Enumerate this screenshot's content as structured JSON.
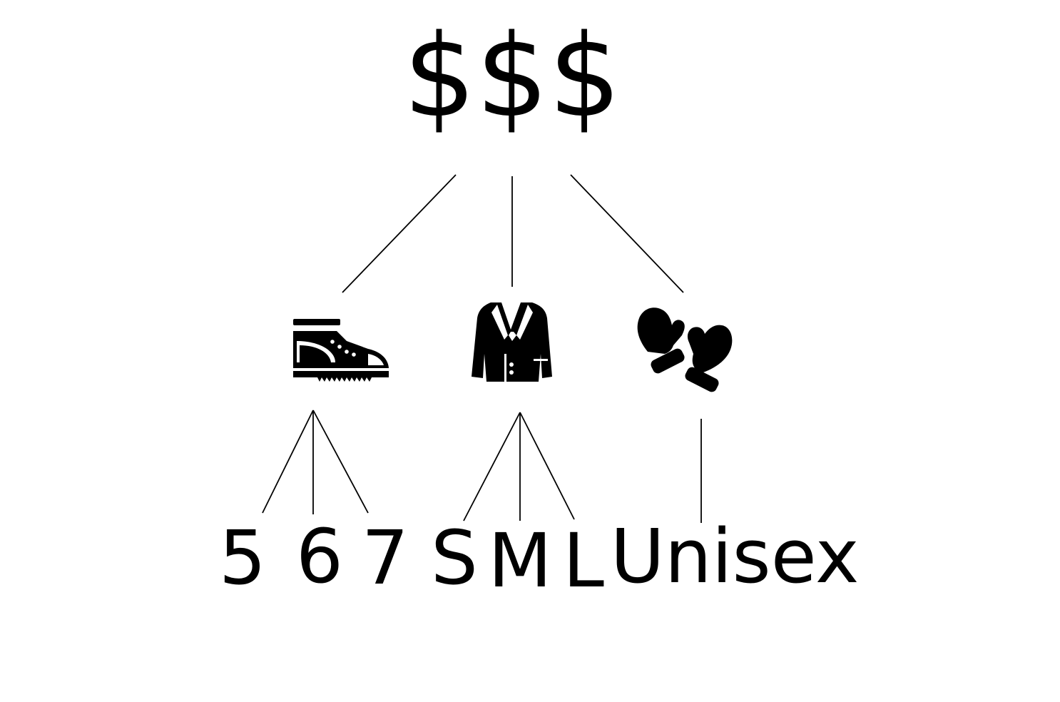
{
  "diagram": {
    "root": {
      "label": "$$$"
    },
    "categories": [
      {
        "id": "shoes",
        "icon": "shoe-icon",
        "children": [
          "5",
          "6",
          "7"
        ]
      },
      {
        "id": "jacket",
        "icon": "jacket-icon",
        "children": [
          "S",
          "M",
          "L"
        ]
      },
      {
        "id": "mittens",
        "icon": "mittens-icon",
        "children": [
          "Unisex"
        ]
      }
    ]
  },
  "colors": {
    "foreground": "#000000",
    "background": "#ffffff"
  }
}
